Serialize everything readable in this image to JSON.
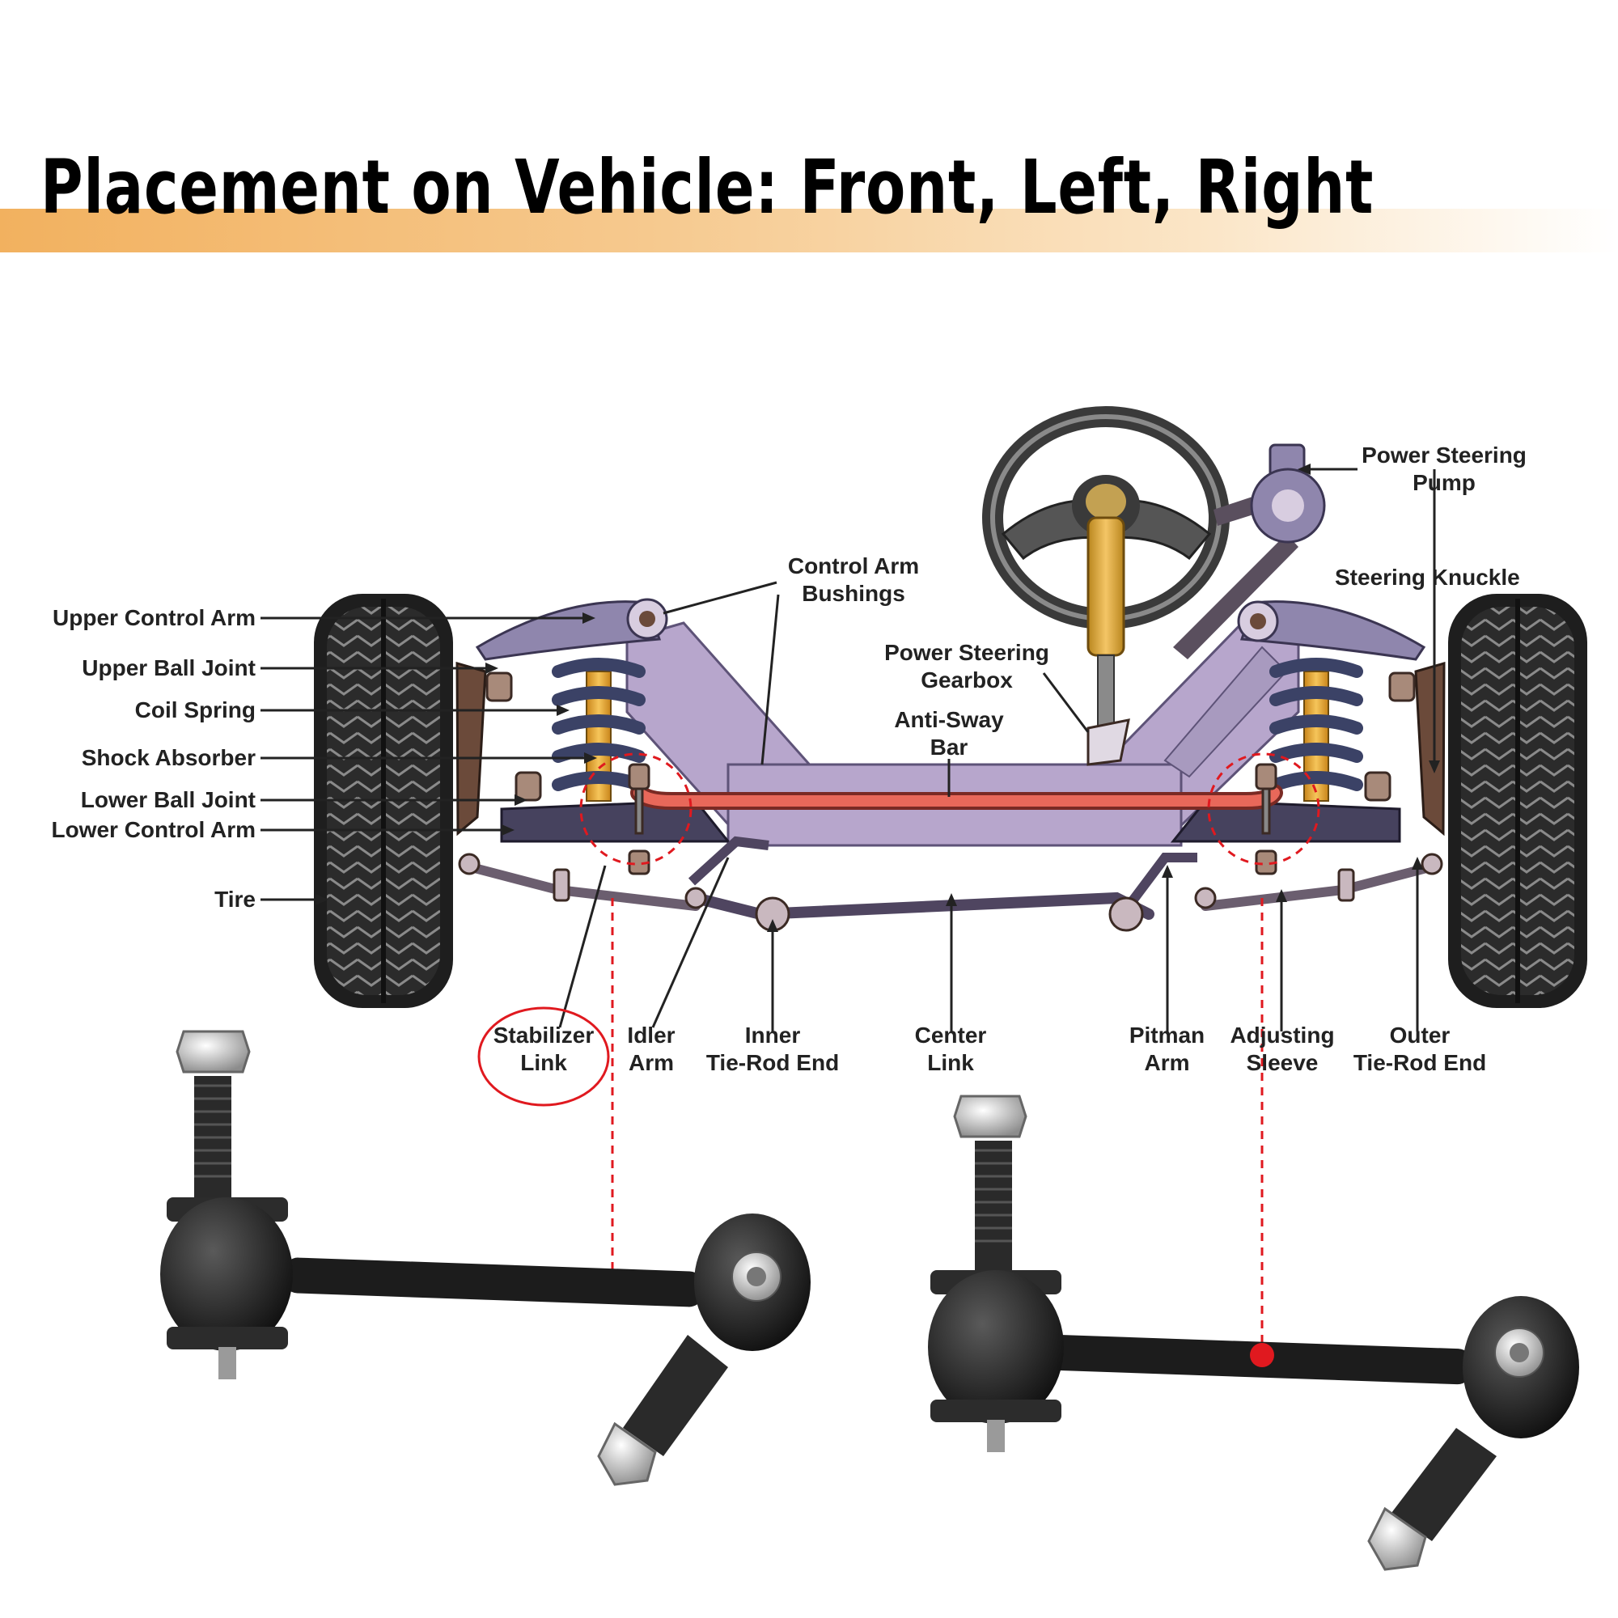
{
  "title": "Placement on Vehicle: Front, Left, Right",
  "colors": {
    "title_band": "#f2b15f",
    "frame": "#b7a6cc",
    "arm": "#8f86ad",
    "anti_sway_bar": "#e8685a",
    "highlight": "#e0191f",
    "spring": "#3b4266",
    "shock": "#e9a92a",
    "knuckle": "#6b4a3a",
    "tire": "#2a2a2a",
    "link_metal": "#1c1c1c"
  },
  "labels": {
    "upper_control_arm": "Upper Control Arm",
    "upper_ball_joint": "Upper Ball Joint",
    "coil_spring": "Coil Spring",
    "shock_absorber": "Shock Absorber",
    "lower_ball_joint": "Lower Ball Joint",
    "lower_control_arm": "Lower Control Arm",
    "tire": "Tire",
    "control_arm_bushings": [
      "Control Arm",
      "Bushings"
    ],
    "power_steering_gearbox": [
      "Power Steering",
      "Gearbox"
    ],
    "anti_sway_bar": [
      "Anti-Sway",
      "Bar"
    ],
    "power_steering_pump": [
      "Power Steering",
      "Pump"
    ],
    "steering_knuckle": "Steering Knuckle",
    "stabilizer_link": [
      "Stabilizer",
      "Link"
    ],
    "idler_arm": [
      "Idler",
      "Arm"
    ],
    "inner_tie_rod_end": [
      "Inner",
      "Tie-Rod End"
    ],
    "center_link": [
      "Center",
      "Link"
    ],
    "pitman_arm": [
      "Pitman",
      "Arm"
    ],
    "adjusting_sleeve": [
      "Adjusting",
      "Sleeve"
    ],
    "outer_tie_rod_end": [
      "Outer",
      "Tie-Rod End"
    ]
  }
}
